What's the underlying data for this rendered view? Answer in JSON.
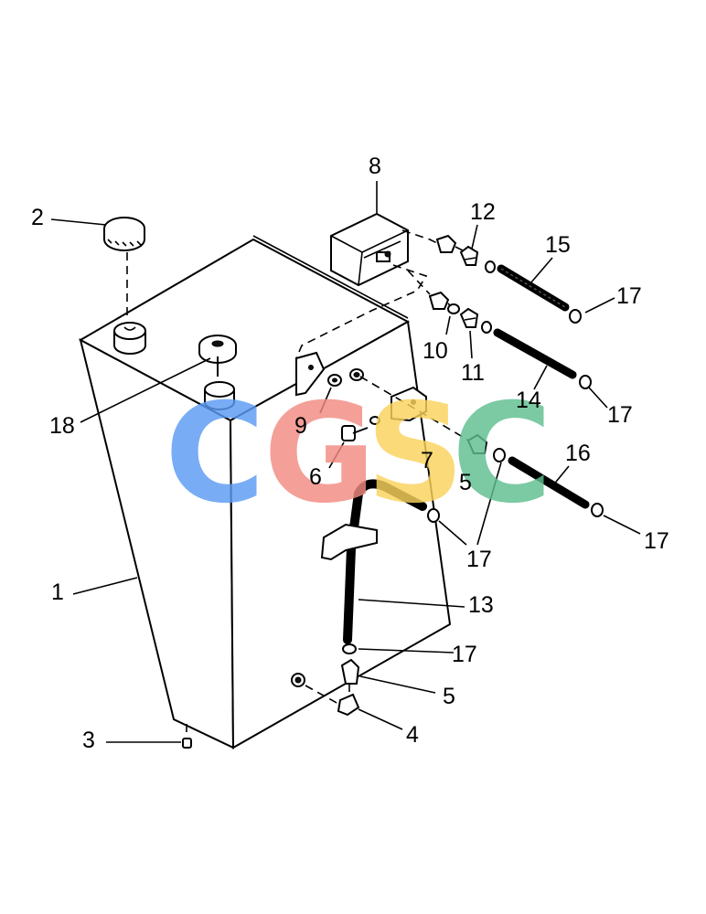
{
  "watermark": {
    "letters": [
      {
        "char": "C",
        "color": "#5b9cf5"
      },
      {
        "char": "G",
        "color": "#f28b82"
      },
      {
        "char": "S",
        "color": "#fbd35c"
      },
      {
        "char": "C",
        "color": "#5fbf8f"
      }
    ]
  },
  "callouts": {
    "c1": "1",
    "c2": "2",
    "c3": "3",
    "c4": "4",
    "c5a": "5",
    "c5b": "5",
    "c6": "6",
    "c7": "7",
    "c8": "8",
    "c9": "9",
    "c10": "10",
    "c11": "11",
    "c12": "12",
    "c13": "13",
    "c14": "14",
    "c15": "15",
    "c16": "16",
    "c17a": "17",
    "c17b": "17",
    "c17c": "17",
    "c17d": "17",
    "c17e": "17",
    "c18": "18"
  }
}
